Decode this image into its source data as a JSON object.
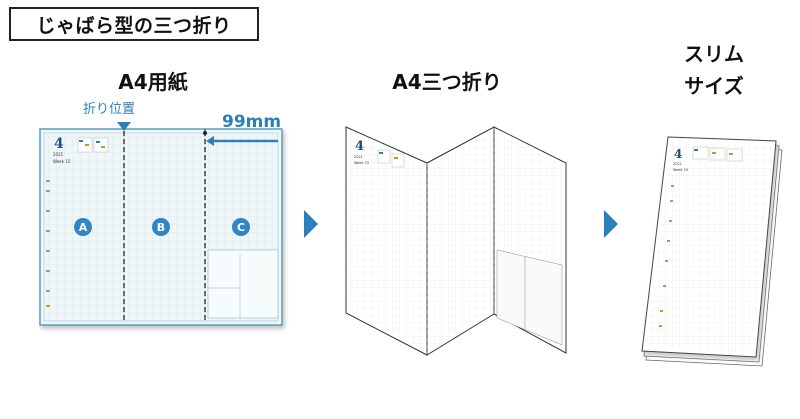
{
  "title": "じゃばら型の三つ折り",
  "step1": {
    "label": "A4用紙",
    "fold_position_label": "折り位置",
    "width_label": "99mm",
    "sections": [
      "A",
      "B",
      "C"
    ],
    "page_month": "4",
    "page_year": "2021",
    "page_week": "Week 15"
  },
  "step2": {
    "label": "A4三つ折り",
    "page_month": "4",
    "page_year": "2021",
    "page_week": "Week 15"
  },
  "step3": {
    "label_line1": "スリム",
    "label_line2": "サイズ",
    "page_month": "4",
    "page_year": "2021",
    "page_week": "Week 15"
  },
  "colors": {
    "accent": "#2c7fb8",
    "badge": "#2f85c6",
    "grid": "#cfe3ec",
    "sheet": "#eef6f8"
  }
}
